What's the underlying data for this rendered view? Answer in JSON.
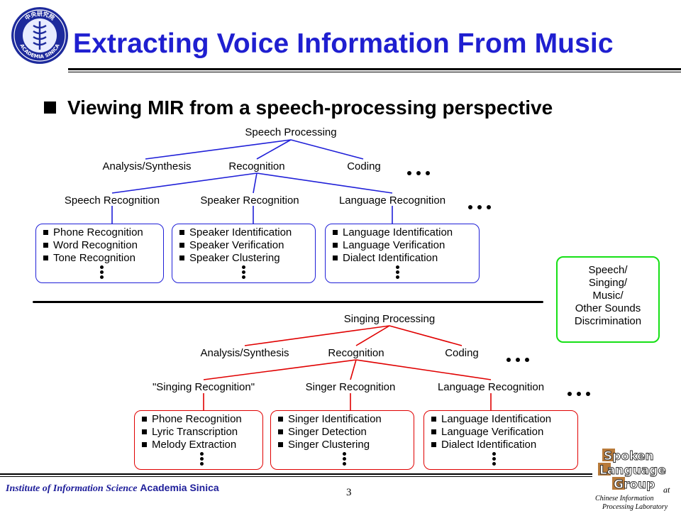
{
  "header": {
    "title": "Extracting Voice Information From Music",
    "logo_text": "ACADEMIA SINICA",
    "logo_cjk": "中央研究院"
  },
  "bullet": {
    "text": "Viewing MIR from a speech-processing perspective"
  },
  "speech_tree": {
    "root": "Speech Processing",
    "level1": [
      "Analysis/Synthesis",
      "Recognition",
      "Coding"
    ],
    "level2": [
      "Speech Recognition",
      "Speaker Recognition",
      "Language Recognition"
    ],
    "boxes": [
      [
        "Phone Recognition",
        "Word Recognition",
        "Tone Recognition"
      ],
      [
        "Speaker Identification",
        "Speaker Verification",
        "Speaker Clustering"
      ],
      [
        "Language Identification",
        "Language Verification",
        "Dialect Identification"
      ]
    ]
  },
  "singing_tree": {
    "root": "Singing Processing",
    "level1": [
      "Analysis/Synthesis",
      "Recognition",
      "Coding"
    ],
    "level2": [
      "\"Singing Recognition\"",
      "Singer Recognition",
      "Language Recognition"
    ],
    "boxes": [
      [
        "Phone Recognition",
        "Lyric Transcription",
        "Melody Extraction"
      ],
      [
        "Singer Identification",
        "Singer Detection",
        "Singer Clustering"
      ],
      [
        "Language Identification",
        "Language Verification",
        "Dialect Identification"
      ]
    ]
  },
  "discrimination_box": {
    "lines": [
      "Speech/",
      "Singing/",
      "Music/",
      "Other Sounds",
      "Discrimination"
    ]
  },
  "footer": {
    "institute": "Institute of Information Science",
    "org": "Academia Sinica",
    "page": "3"
  },
  "slg_logo": {
    "words": [
      "Spoken",
      "Language",
      "Group"
    ],
    "at": "at",
    "lab1": "Chinese Information",
    "lab2": "Processing Laboratory"
  },
  "colors": {
    "title": "#1f1fd0",
    "speech_tree": "#2020d8",
    "singing_tree": "#e00000",
    "discrimination_border": "#16e016"
  }
}
